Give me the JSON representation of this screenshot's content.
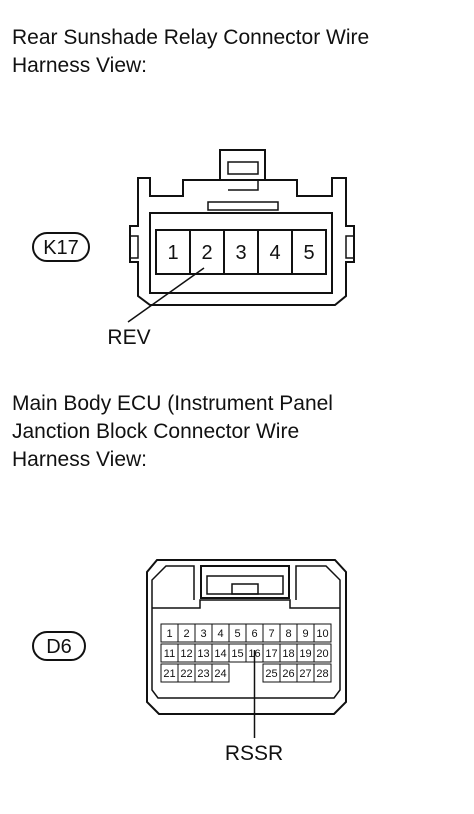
{
  "section1": {
    "title_lines": [
      "Rear Sunshade Relay Connector Wire",
      "Harness View:"
    ],
    "connector_code": "K17",
    "pins": [
      "1",
      "2",
      "3",
      "4",
      "5"
    ],
    "callout_label": "REV"
  },
  "section2": {
    "title_lines": [
      "Main Body ECU (Instrument Panel",
      "Janction Block Connector Wire",
      "Harness View:"
    ],
    "connector_code": "D6",
    "pin_rows": [
      [
        "1",
        "2",
        "3",
        "4",
        "5",
        "6",
        "7",
        "8",
        "9",
        "10"
      ],
      [
        "11",
        "12",
        "13",
        "14",
        "15",
        "16",
        "17",
        "18",
        "19",
        "20"
      ],
      [
        "21",
        "22",
        "23",
        "24",
        "",
        "",
        "25",
        "26",
        "27",
        "28"
      ]
    ],
    "callout_label": "RSSR"
  }
}
